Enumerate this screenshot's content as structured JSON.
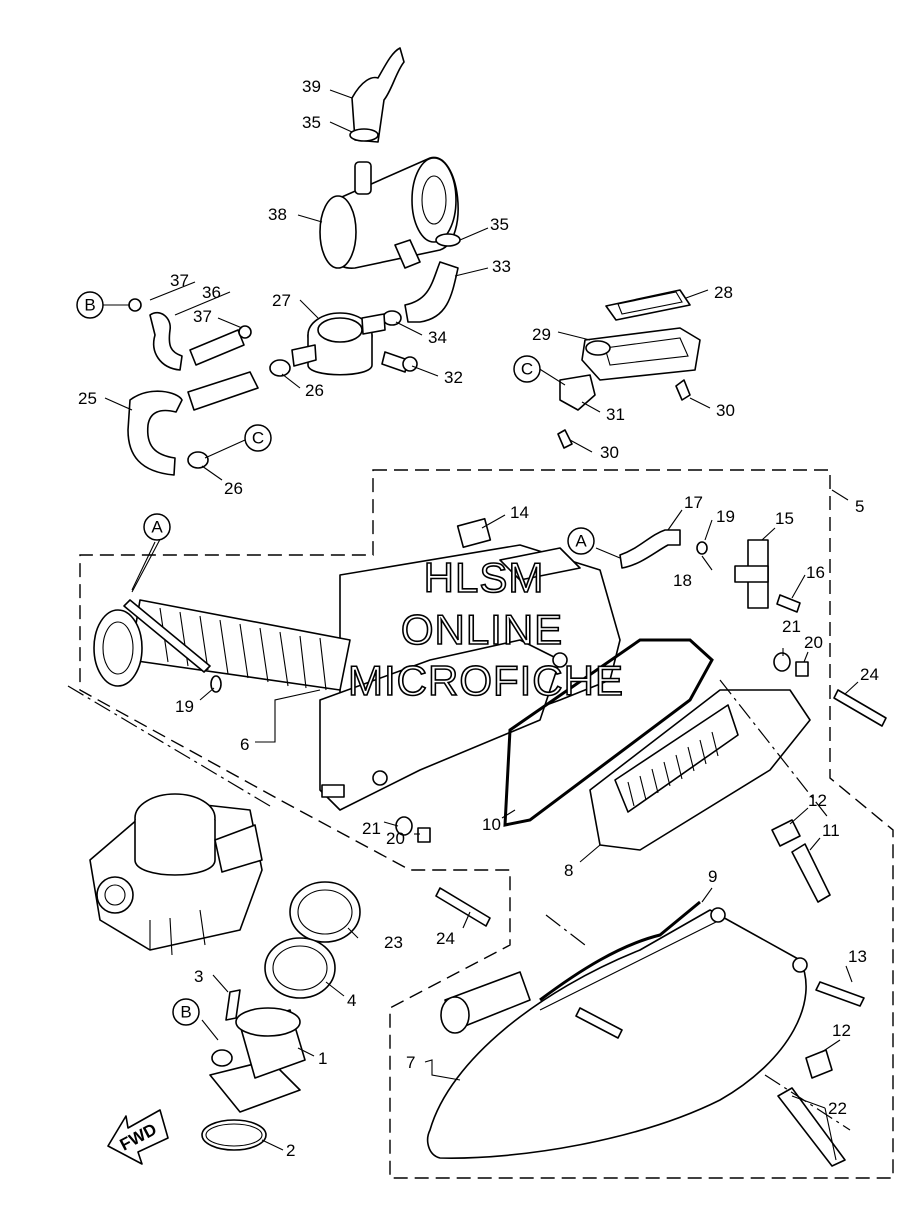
{
  "watermark": {
    "line1": "HLSM",
    "line2": "ONLINE",
    "line3": "MICROFICHE"
  },
  "fwd_label": "FWD",
  "ref_markers": {
    "a": "A",
    "b": "B",
    "c": "C"
  },
  "callouts": {
    "n1": "1",
    "n2": "2",
    "n3": "3",
    "n4": "4",
    "n5": "5",
    "n6": "6",
    "n7": "7",
    "n8": "8",
    "n9": "9",
    "n10": "10",
    "n11": "11",
    "n12": "12",
    "n13": "13",
    "n14": "14",
    "n15": "15",
    "n16": "16",
    "n17": "17",
    "n18": "18",
    "n19": "19",
    "n20": "20",
    "n21": "21",
    "n22": "22",
    "n23": "23",
    "n24": "24",
    "n25": "25",
    "n26": "26",
    "n27": "27",
    "n28": "28",
    "n29": "29",
    "n30": "30",
    "n31": "31",
    "n32": "32",
    "n33": "33",
    "n34": "34",
    "n35": "35",
    "n36": "36",
    "n37": "37",
    "n38": "38",
    "n39": "39"
  }
}
